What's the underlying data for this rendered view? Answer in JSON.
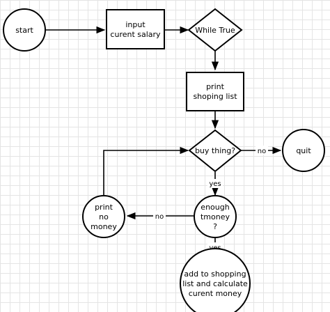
{
  "nodes": {
    "start": [
      "start"
    ],
    "input_salary": [
      "input",
      "curent salary"
    ],
    "while_true": [
      "While True"
    ],
    "print_list": [
      "print",
      "shoping list"
    ],
    "buy_thing": [
      "buy thing?"
    ],
    "quit": [
      "quit"
    ],
    "enough_money": [
      "enough",
      "tmoney",
      "?"
    ],
    "print_no_money": [
      "print",
      "no",
      "money"
    ],
    "add_to_list": [
      "add to shopping",
      "list and calculate",
      "curent money"
    ]
  },
  "edge_labels": {
    "buy_no": "no",
    "buy_yes": "yes",
    "enough_no": "no",
    "enough_yes": "yes"
  }
}
